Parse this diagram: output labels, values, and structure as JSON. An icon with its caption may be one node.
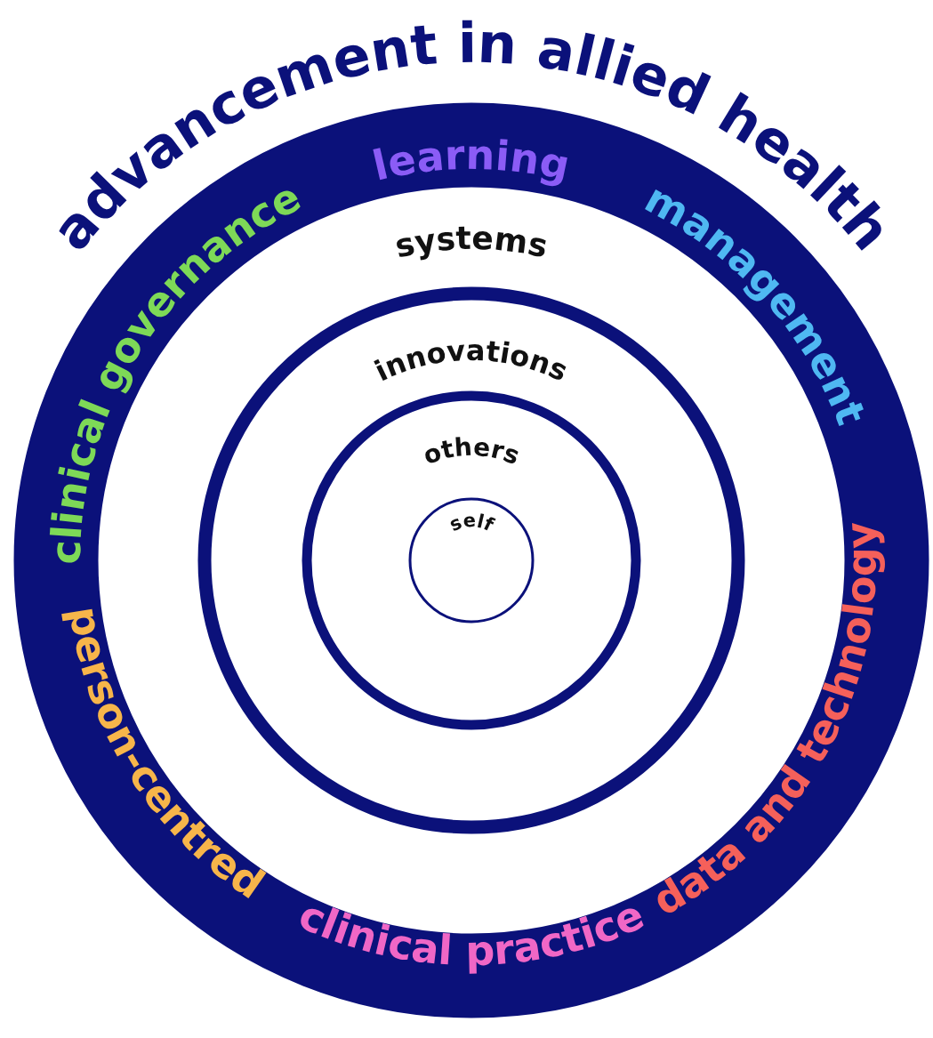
{
  "diagram": {
    "title": "advancement in allied health",
    "nodes": [
      {
        "text": [
          "learning",
          "management",
          "clinical governance",
          "data and technology",
          "person-centred",
          "clinical practice"
        ]
      },
      {
        "text": [
          "systems"
        ],
        "in": 0
      },
      {
        "text": [
          "innovations"
        ],
        "in": 1
      },
      {
        "text": [
          "others"
        ],
        "in": 2
      },
      {
        "text": [
          "self"
        ],
        "in": 3
      }
    ]
  }
}
